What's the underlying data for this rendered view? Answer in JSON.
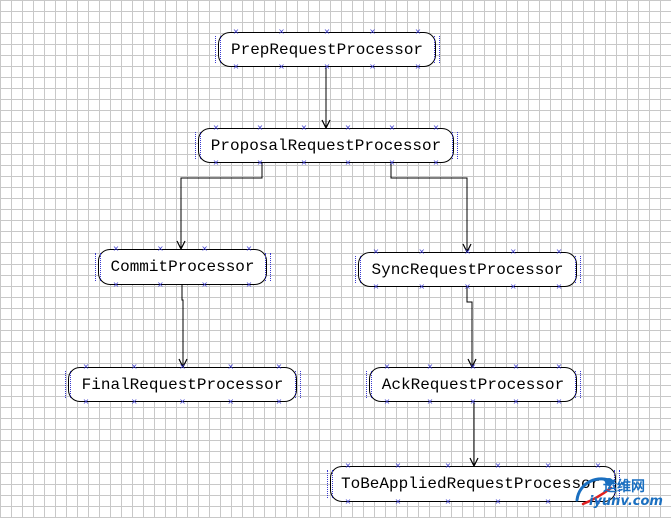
{
  "diagram": {
    "nodes": [
      {
        "id": "prep",
        "label": "PrepRequestProcessor"
      },
      {
        "id": "proposal",
        "label": "ProposalRequestProcessor"
      },
      {
        "id": "commit",
        "label": "CommitProcessor"
      },
      {
        "id": "sync",
        "label": "SyncRequestProcessor"
      },
      {
        "id": "final",
        "label": "FinalRequestProcessor"
      },
      {
        "id": "ack",
        "label": "AckRequestProcessor"
      },
      {
        "id": "tobeapplied",
        "label": "ToBeAppliedRequestProcessor"
      }
    ],
    "edges": [
      {
        "from": "prep",
        "to": "proposal"
      },
      {
        "from": "proposal",
        "to": "commit"
      },
      {
        "from": "proposal",
        "to": "sync"
      },
      {
        "from": "commit",
        "to": "final"
      },
      {
        "from": "sync",
        "to": "ack"
      },
      {
        "from": "ack",
        "to": "tobeapplied"
      }
    ]
  },
  "watermark": {
    "text_cn": "运维网",
    "text_url": "iyunv.com",
    "color": "#1a6fc0"
  },
  "colors": {
    "grid": "#c8c8c8",
    "edge": "#000000",
    "handle": "#3a3ad0"
  }
}
